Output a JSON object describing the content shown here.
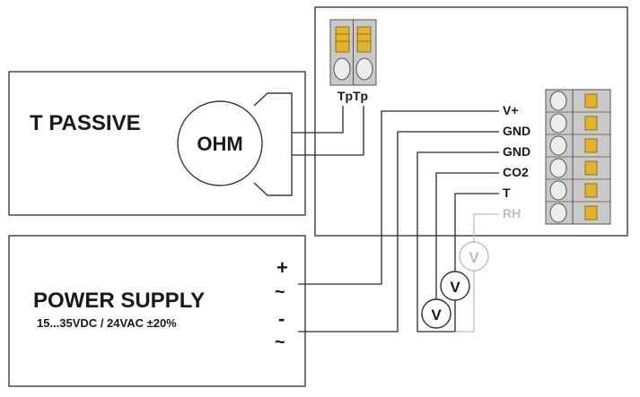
{
  "sensor_box": {
    "title": "T PASSIVE"
  },
  "resistor": {
    "label": "OHM"
  },
  "connector": {
    "label": "TpTp"
  },
  "power_box": {
    "title": "POWER SUPPLY",
    "spec": "15...35VDC / 24VAC ±20%",
    "terminals": [
      "+",
      "~",
      "-",
      "~"
    ]
  },
  "terminals": [
    "V+",
    "GND",
    "GND",
    "CO2",
    "T",
    "RH"
  ],
  "meters": [
    {
      "label": "V",
      "color": "#2b2b2b"
    },
    {
      "label": "V",
      "color": "#2b2b2b"
    },
    {
      "label": "V",
      "color": "#bdbdbd"
    }
  ],
  "colors": {
    "ink": "#2b2b2b",
    "inactive": "#bdbdbd",
    "block": "#c9c9c9",
    "contact": "#e3b42a"
  }
}
